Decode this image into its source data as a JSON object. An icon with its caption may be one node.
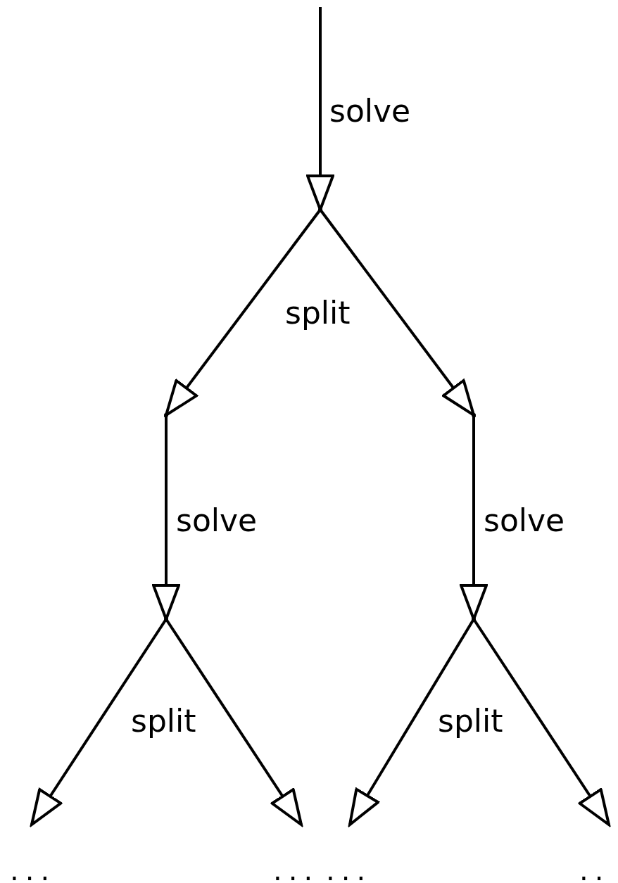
{
  "diagram": {
    "nodes": [
      {
        "text": [],
        "shape": "point"
      },
      {
        "text": [],
        "shape": "point"
      },
      {
        "text": [],
        "shape": "point"
      },
      {
        "text": [],
        "shape": "point"
      },
      {
        "text": [],
        "shape": "point"
      },
      {
        "text": [
          "..."
        ]
      },
      {
        "text": [
          "..."
        ]
      },
      {
        "text": [
          "..."
        ]
      },
      {
        "text": [
          ".."
        ]
      }
    ],
    "edges": [
      {
        "from": null,
        "to": 0,
        "arrow": "to",
        "label": "solve"
      },
      {
        "from": 0,
        "to": 1,
        "arrow": "to"
      },
      {
        "from": 0,
        "to": 2,
        "arrow": "to"
      },
      {
        "from": 1,
        "to": 3,
        "arrow": "to",
        "label": "solve"
      },
      {
        "from": 2,
        "to": 4,
        "arrow": "to",
        "label": "solve"
      },
      {
        "from": 3,
        "to": 5,
        "arrow": "to"
      },
      {
        "from": 3,
        "to": 6,
        "arrow": "to"
      },
      {
        "from": 4,
        "to": 7,
        "arrow": "to"
      },
      {
        "from": 4,
        "to": 8,
        "arrow": "to"
      }
    ],
    "labels": [
      "split",
      "split",
      "split"
    ]
  }
}
